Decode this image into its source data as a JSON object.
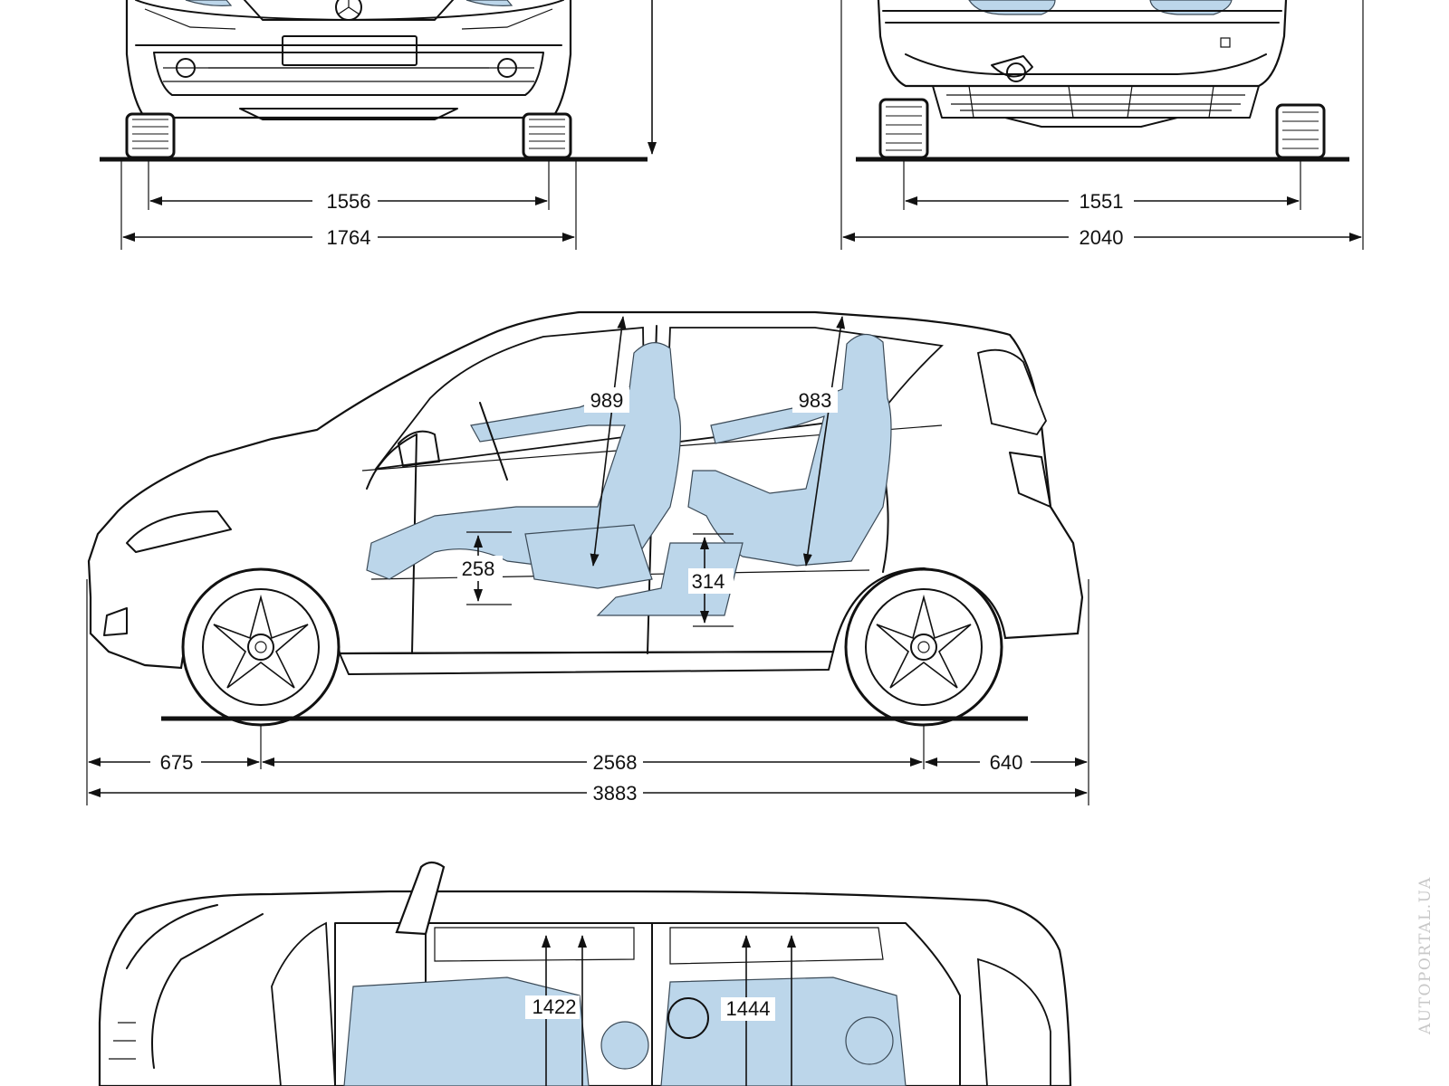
{
  "dimensions": {
    "front_track": "1556",
    "front_width": "1764",
    "rear_track": "1551",
    "rear_width_mirrors": "2040",
    "front_headroom": "989",
    "rear_headroom": "983",
    "front_seat_height": "258",
    "rear_seat_height": "314",
    "front_overhang": "675",
    "wheelbase": "2568",
    "rear_overhang": "640",
    "overall_length": "3883",
    "front_shoulder_width": "1422",
    "rear_shoulder_width": "1444"
  },
  "watermark": "AUTOPORTAL.UA",
  "colors": {
    "line": "#111111",
    "occupant_tint": "#bcd6ea",
    "watermark": "#c8c8c8"
  }
}
